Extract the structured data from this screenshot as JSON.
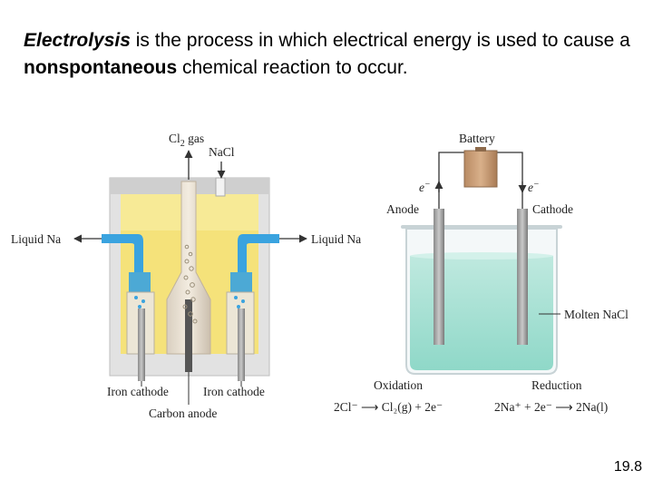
{
  "heading": {
    "term": "Electrolysis",
    "part1": " is the process in which electrical energy is used to cause a ",
    "emphasis": "nonspontaneous",
    "part2": " chemical reaction to occur."
  },
  "downs_cell": {
    "cl2_gas": "Cl",
    "cl2_sub": "2",
    "cl2_suffix": " gas",
    "nacl": "NaCl",
    "liquid_na_left": "Liquid Na",
    "liquid_na_right": "Liquid Na",
    "iron_cathode_left": "Iron cathode",
    "iron_cathode_right": "Iron cathode",
    "carbon_anode": "Carbon anode"
  },
  "beaker_cell": {
    "battery": "Battery",
    "electron_left": "e",
    "electron_right": "e",
    "electron_sup": "−",
    "anode": "Anode",
    "cathode": "Cathode",
    "molten_nacl": "Molten NaCl",
    "oxidation": "Oxidation",
    "reduction": "Reduction",
    "oxidation_eq": "2Cl⁻ ⟶ Cl₂(g) + 2e⁻",
    "reduction_eq": "2Na⁺ + 2e⁻ ⟶ 2Na(l)"
  },
  "slide_number": "19.8"
}
